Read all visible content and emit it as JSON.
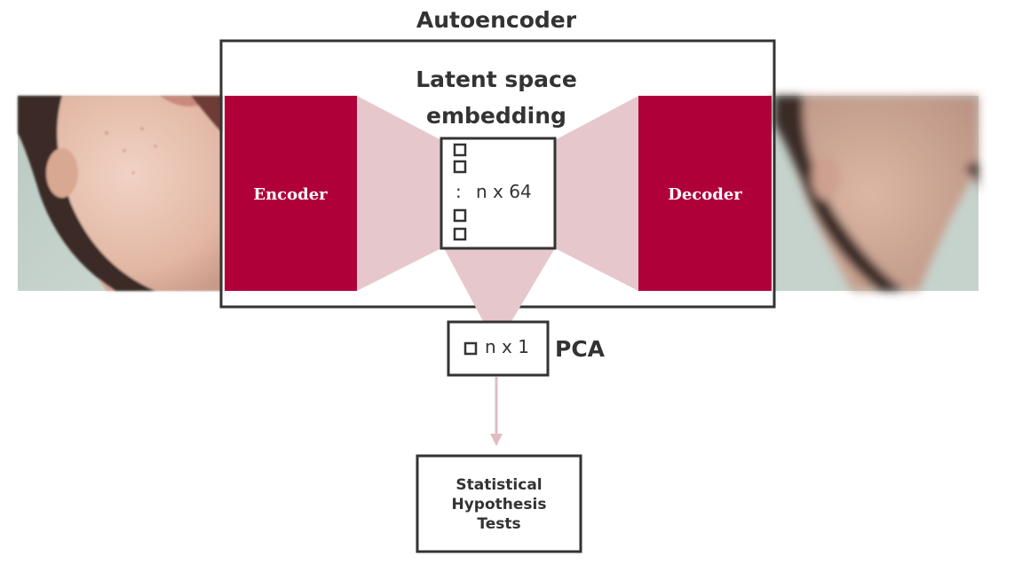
{
  "diagram": {
    "title": "Autoencoder",
    "latent": {
      "label_line1": "Latent space",
      "label_line2": "embedding",
      "dims": "n x 64",
      "dots": ":"
    },
    "encoder_label": "Encoder",
    "decoder_label": "Decoder",
    "pca": {
      "dims": "n x 1",
      "label": "PCA"
    },
    "tests": {
      "line1": "Statistical",
      "line2": "Hypothesis",
      "line3": "Tests"
    },
    "input_image": "face-photo-input",
    "output_image": "face-photo-reconstructed",
    "colors": {
      "block": "#b0003a",
      "funnel": "#e6c8cc",
      "arrow": "#e0bcc2",
      "frame": "#333333",
      "text": "#333333"
    }
  }
}
